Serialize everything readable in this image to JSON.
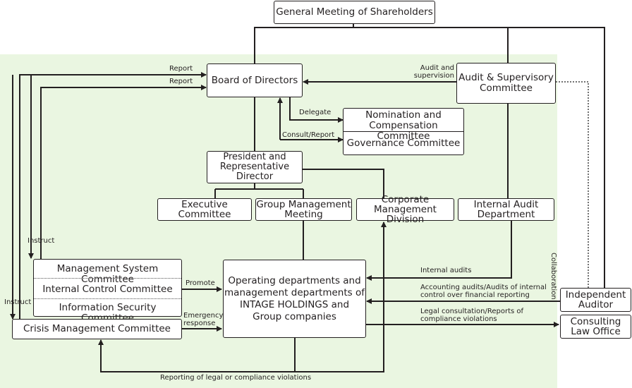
{
  "boxes": {
    "shareholders": "General Meeting of Shareholders",
    "board": "Board of Directors",
    "audit_committee": "Audit & Supervisory\nCommittee",
    "nomination": "Nomination and\nCompensation Committee",
    "governance": "Governance Committee",
    "president": "President and\nRepresentative\nDirector",
    "executive": "Executive\nCommittee",
    "group_mgmt": "Group Management\nMeeting",
    "corporate_mgmt": "Corporate\nManagement Division",
    "internal_audit": "Internal Audit\nDepartment",
    "mgmt_system": "Management System Committee",
    "internal_control": "Internal Control Committee",
    "info_security": "Information Security Committee",
    "crisis": "Crisis Management Committee",
    "operating": "Operating departments and\nmanagement departments of\nINTAGE HOLDINGS and\nGroup companies",
    "independent_auditor": "Independent\nAuditor",
    "law_office": "Consulting\nLaw Office"
  },
  "labels": {
    "report_1": "Report",
    "report_2": "Report",
    "audit_supervision": "Audit and\nsupervision",
    "delegate": "Delegate",
    "consult_report": "Consult/Report",
    "instruct_1": "Instruct",
    "instruct_2": "Instruct",
    "promote": "Promote",
    "emergency": "Emergency\nresponse",
    "internal_audits": "Internal audits",
    "accounting_audits": "Accounting audits/Audits of internal\ncontrol over financial reporting",
    "legal_consultation": "Legal consultation/Reports of\ncompliance violations",
    "collaboration": "Collaboration",
    "reporting_violations": "Reporting of legal or compliance violations"
  }
}
